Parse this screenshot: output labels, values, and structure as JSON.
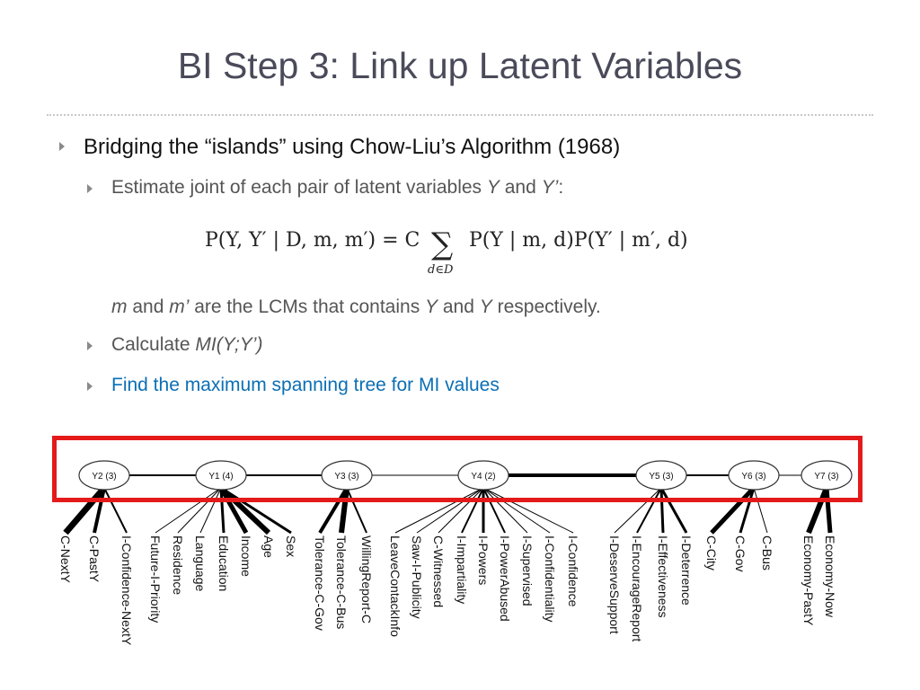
{
  "title": "BI Step 3: Link up Latent Variables",
  "bullet1": "Bridging the “islands” using Chow-Liu’s Algorithm   (1968)",
  "sub1": {
    "text": "Estimate joint of each pair of latent variables ",
    "y": "Y",
    "and": " and ",
    "yp": "Y’",
    "colon": ":"
  },
  "formula": {
    "lhs": "P(Y, Y′ | D, m, m′) = C",
    "sum": "∑",
    "sub": "d∈D",
    "rhs": "P(Y | m, d)P(Y′ | m′, d)"
  },
  "note": {
    "m": "m",
    "and1": " and ",
    "mp": "m’",
    "rest": " are the LCMs that contains ",
    "y": "Y",
    "and2": " and ",
    "y2": "Y",
    "end": " respectively."
  },
  "sub2": {
    "text": "Calculate  ",
    "mi": "MI(Y;Y’)"
  },
  "sub3": "Find the maximum spanning tree for MI values",
  "tree": {
    "latents": [
      "Y2 (3)",
      "Y1 (4)",
      "Y3 (3)",
      "Y4 (2)",
      "Y5 (3)",
      "Y6 (3)",
      "Y7 (3)"
    ],
    "observed": [
      {
        "label": "C-NextY",
        "parent": 0,
        "w": 7
      },
      {
        "label": "C-PastY",
        "parent": 0,
        "w": 4
      },
      {
        "label": "I-Confidence-NextY",
        "parent": 0,
        "w": 2
      },
      {
        "label": "Future-I-Priority",
        "parent": 1,
        "w": 1
      },
      {
        "label": "Residence",
        "parent": 1,
        "w": 1
      },
      {
        "label": "Language",
        "parent": 1,
        "w": 1
      },
      {
        "label": "Education",
        "parent": 1,
        "w": 3
      },
      {
        "label": "Income",
        "parent": 1,
        "w": 5
      },
      {
        "label": "Age",
        "parent": 1,
        "w": 6
      },
      {
        "label": "Sex",
        "parent": 1,
        "w": 3
      },
      {
        "label": "Tolerance-C-Gov",
        "parent": 2,
        "w": 4
      },
      {
        "label": "Tolerance-C-Bus",
        "parent": 2,
        "w": 6
      },
      {
        "label": "WillingReport-C",
        "parent": 2,
        "w": 2
      },
      {
        "label": "LeaveContackInfo",
        "parent": 3,
        "w": 1
      },
      {
        "label": "Saw-I-Publicity",
        "parent": 3,
        "w": 1
      },
      {
        "label": "C-Witnessed",
        "parent": 3,
        "w": 1
      },
      {
        "label": "I-Impartiality",
        "parent": 3,
        "w": 2
      },
      {
        "label": "I-Powers",
        "parent": 3,
        "w": 3
      },
      {
        "label": "I-PowerAbused",
        "parent": 3,
        "w": 2
      },
      {
        "label": "I-Supervised",
        "parent": 3,
        "w": 1
      },
      {
        "label": "I-Confidentiality",
        "parent": 3,
        "w": 1
      },
      {
        "label": "I-Confidence",
        "parent": 3,
        "w": 1
      },
      {
        "label": "I-DeserveSupport",
        "parent": 4,
        "w": 1
      },
      {
        "label": "I-EncourageReport",
        "parent": 4,
        "w": 2
      },
      {
        "label": "I-Effectiveness",
        "parent": 4,
        "w": 3
      },
      {
        "label": "I-Deterrence",
        "parent": 4,
        "w": 3
      },
      {
        "label": "C-City",
        "parent": 5,
        "w": 5
      },
      {
        "label": "C-Gov",
        "parent": 5,
        "w": 3
      },
      {
        "label": "C-Bus",
        "parent": 5,
        "w": 1
      },
      {
        "label": "Economy-PastY",
        "parent": 6,
        "w": 6
      },
      {
        "label": "Economy-Now",
        "parent": 6,
        "w": 5
      }
    ],
    "links": [
      {
        "a": 0,
        "b": 1,
        "w": 2
      },
      {
        "a": 1,
        "b": 2,
        "w": 2
      },
      {
        "a": 2,
        "b": 3,
        "w": 1
      },
      {
        "a": 3,
        "b": 4,
        "w": 4
      },
      {
        "a": 4,
        "b": 5,
        "w": 2
      },
      {
        "a": 5,
        "b": 6,
        "w": 1
      }
    ],
    "highlight_color": "#e41a1a"
  }
}
